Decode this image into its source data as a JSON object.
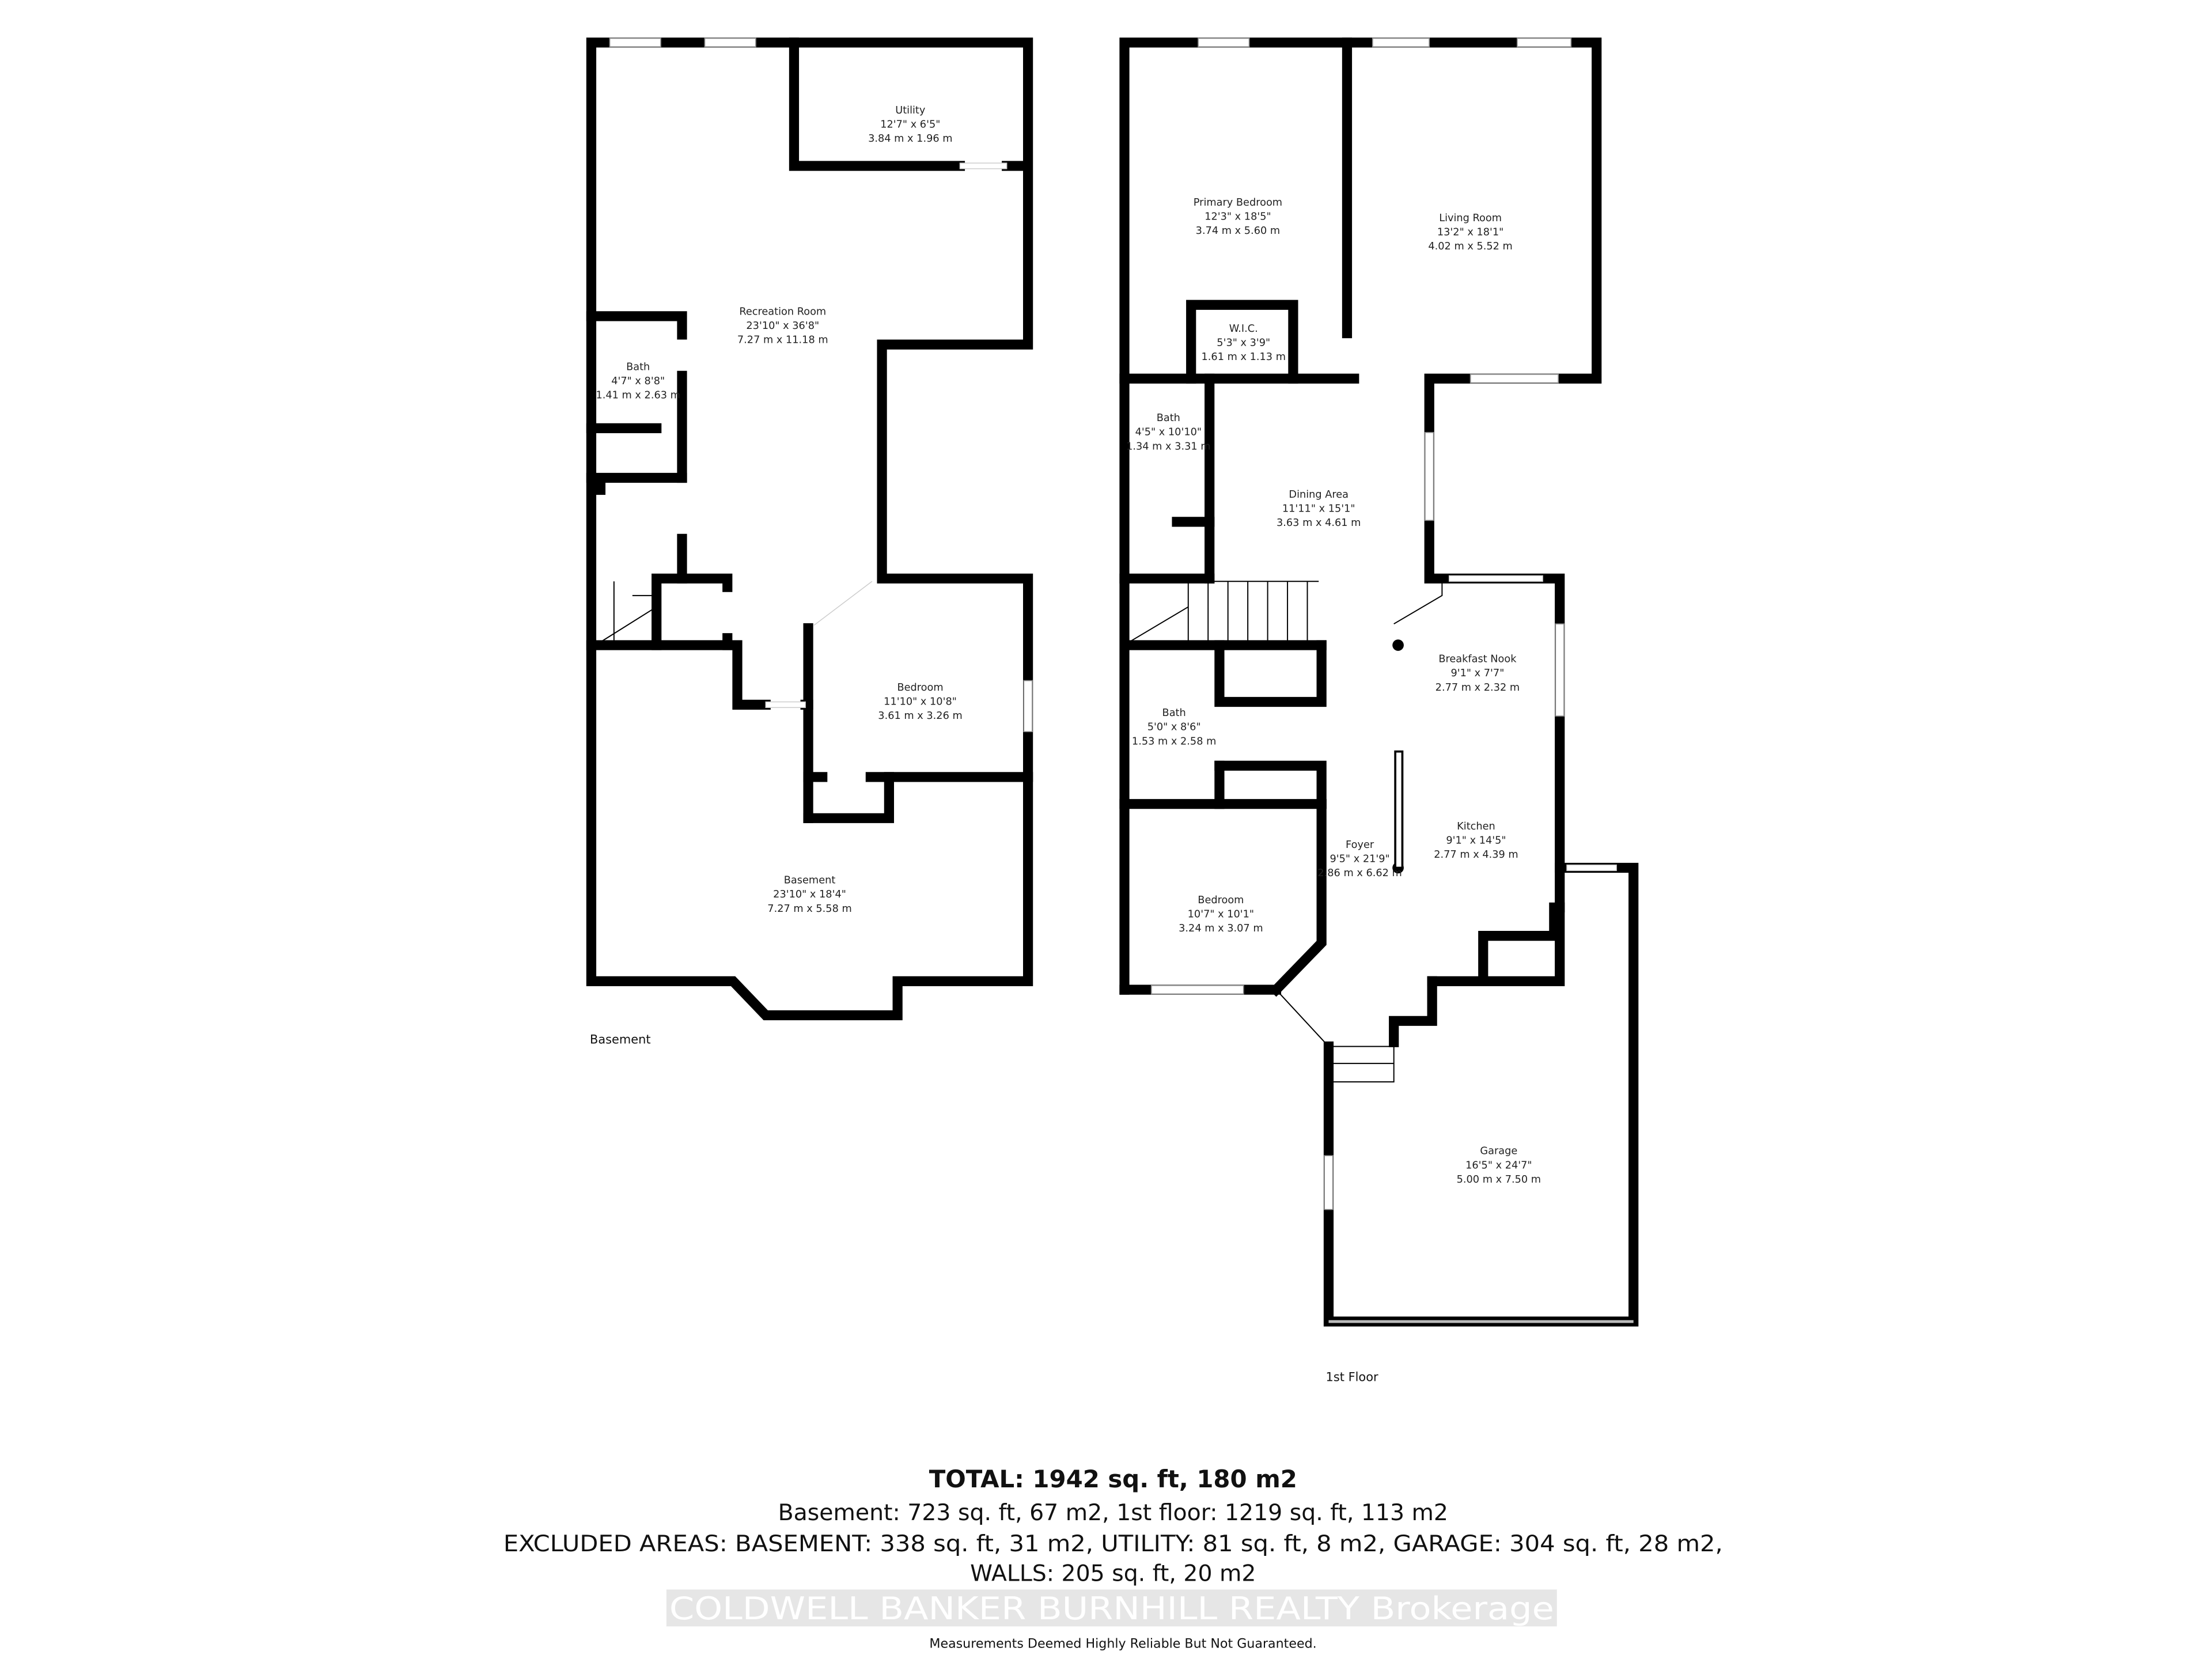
{
  "basement": {
    "floor_label": "Basement",
    "rooms": [
      {
        "name": "Utility",
        "imperial": "12'7\" x 6'5\"",
        "metric": "3.84 m x 1.96 m"
      },
      {
        "name": "Recreation Room",
        "imperial": "23'10\" x 36'8\"",
        "metric": "7.27 m x 11.18 m"
      },
      {
        "name": "Bath",
        "imperial": "4'7\" x 8'8\"",
        "metric": "1.41 m x 2.63 m"
      },
      {
        "name": "Bedroom",
        "imperial": "11'10\" x 10'8\"",
        "metric": "3.61 m x 3.26 m"
      },
      {
        "name": "Basement",
        "imperial": "23'10\" x 18'4\"",
        "metric": "7.27 m x 5.58 m"
      }
    ]
  },
  "first_floor": {
    "floor_label": "1st Floor",
    "rooms": [
      {
        "name": "Primary Bedroom",
        "imperial": "12'3\" x 18'5\"",
        "metric": "3.74 m x 5.60 m"
      },
      {
        "name": "Living Room",
        "imperial": "13'2\" x 18'1\"",
        "metric": "4.02 m x 5.52 m"
      },
      {
        "name": "W.I.C.",
        "imperial": "5'3\" x 3'9\"",
        "metric": "1.61 m x 1.13 m"
      },
      {
        "name": "Bath",
        "imperial": "4'5\" x 10'10\"",
        "metric": "1.34 m x 3.31 m"
      },
      {
        "name": "Dining Area",
        "imperial": "11'11\" x 15'1\"",
        "metric": "3.63 m x 4.61 m"
      },
      {
        "name": "Breakfast Nook",
        "imperial": "9'1\" x 7'7\"",
        "metric": "2.77 m x 2.32 m"
      },
      {
        "name": "Bath",
        "imperial": "5'0\" x 8'6\"",
        "metric": "1.53 m x 2.58 m"
      },
      {
        "name": "Kitchen",
        "imperial": "9'1\" x 14'5\"",
        "metric": "2.77 m x 4.39 m"
      },
      {
        "name": "Foyer",
        "imperial": "9'5\" x 21'9\"",
        "metric": "2.86 m x 6.62 m"
      },
      {
        "name": "Bedroom",
        "imperial": "10'7\" x 10'1\"",
        "metric": "3.24 m x 3.07 m"
      },
      {
        "name": "Garage",
        "imperial": "16'5\" x 24'7\"",
        "metric": "5.00 m x 7.50 m"
      }
    ]
  },
  "summary": {
    "total": "TOTAL: 1942 sq. ft, 180 m2",
    "floors": "Basement: 723 sq. ft, 67 m2, 1st floor: 1219 sq. ft, 113 m2",
    "excluded": "EXCLUDED AREAS: BASEMENT: 338 sq. ft, 31 m2, UTILITY: 81 sq. ft, 8 m2, GARAGE: 304 sq. ft, 28 m2,",
    "walls": "WALLS: 205 sq. ft, 20 m2",
    "watermark": "COLDWELL BANKER BURNHILL REALTY  Brokerage",
    "disclaimer": "Measurements Deemed Highly Reliable But Not Guaranteed."
  },
  "colors": {
    "wall": "#000000",
    "background": "#ffffff",
    "watermark_bg": "#e6e6e6"
  }
}
